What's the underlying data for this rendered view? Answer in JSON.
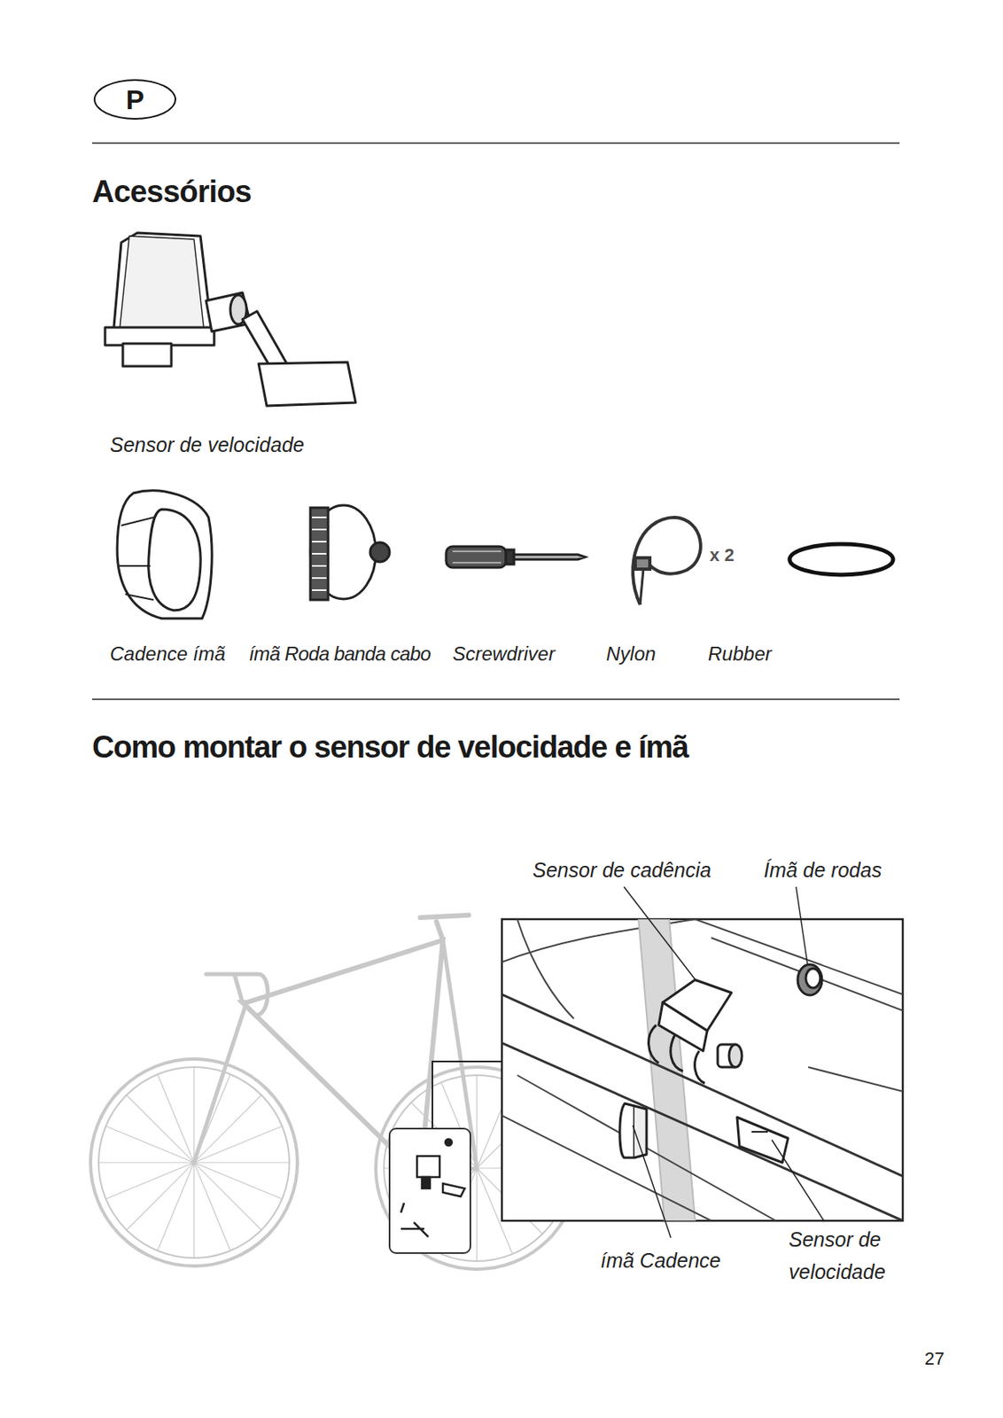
{
  "diagram": {
    "title": "Acessórios",
    "nodes": [
      {
        "text": [
          "P"
        ]
      }
    ],
    "labels": [
      "Sensor de velocidade",
      "Cadence ímã",
      "ímã Roda banda cabo",
      "Screwdriver",
      "Nylon",
      "Rubber",
      "x 2",
      "Como montar o sensor de velocidade e ímã",
      "Sensor de cadência",
      "Ímã de rodas",
      "ímã Cadence",
      "Sensor de velocidade",
      "27"
    ]
  }
}
